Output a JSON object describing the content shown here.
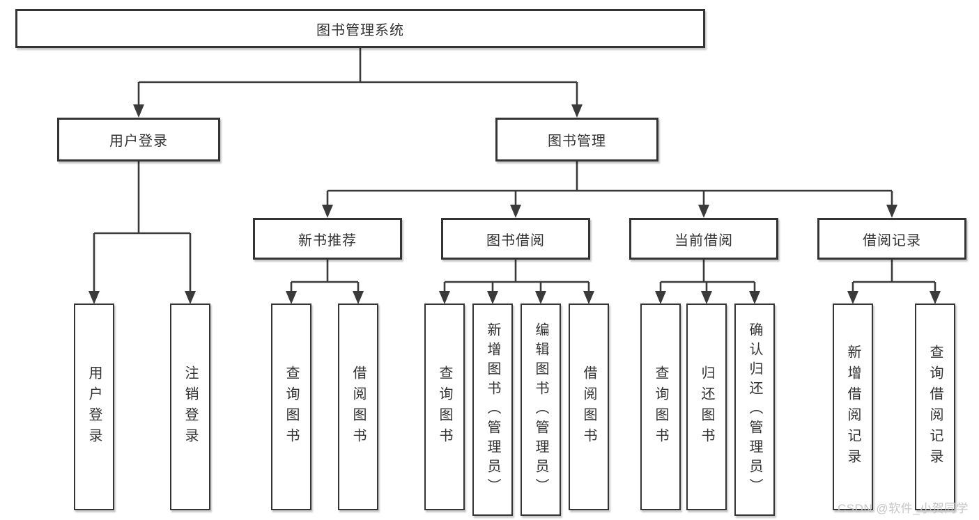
{
  "diagram": {
    "title": "图书管理系统",
    "level2": [
      {
        "label": "用户登录"
      },
      {
        "label": "图书管理"
      }
    ],
    "level3": [
      {
        "label": "新书推荐"
      },
      {
        "label": "图书借阅"
      },
      {
        "label": "当前借阅"
      },
      {
        "label": "借阅记录"
      }
    ],
    "leaves": [
      {
        "parent": "用户登录",
        "label": "用户登录"
      },
      {
        "parent": "用户登录",
        "label": "注销登录"
      },
      {
        "parent": "新书推荐",
        "label": "查询图书"
      },
      {
        "parent": "新书推荐",
        "label": "借阅图书"
      },
      {
        "parent": "图书借阅",
        "label": "查询图书"
      },
      {
        "parent": "图书借阅",
        "label": "新增图书（管理员）"
      },
      {
        "parent": "图书借阅",
        "label": "编辑图书（管理员）"
      },
      {
        "parent": "图书借阅",
        "label": "借阅图书"
      },
      {
        "parent": "当前借阅",
        "label": "查询图书"
      },
      {
        "parent": "当前借阅",
        "label": "归还图书"
      },
      {
        "parent": "当前借阅",
        "label": "确认归还（管理员）"
      },
      {
        "parent": "借阅记录",
        "label": "新增借阅记录"
      },
      {
        "parent": "借阅记录",
        "label": "查询借阅记录"
      }
    ]
  },
  "watermark": "CSDN @软件_小贺同学",
  "colors": {
    "line": "#3a3a3a",
    "text": "#333333",
    "watermark": "#c6c6c6",
    "background": "#ffffff"
  }
}
